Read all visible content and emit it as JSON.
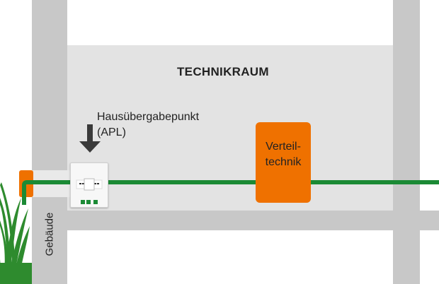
{
  "diagram": {
    "title": "TECHNIKRAUM",
    "apl_label_line1": "Hausübergabepunkt",
    "apl_label_line2": "(APL)",
    "distributor_line1": "Verteil-",
    "distributor_line2": "technik",
    "building_label": "Gebäude",
    "colors": {
      "wall": "#c8c8c8",
      "room": "#e3e3e3",
      "cable": "#1b8a35",
      "accent": "#ef7100",
      "grass": "#2e8b2e"
    }
  }
}
